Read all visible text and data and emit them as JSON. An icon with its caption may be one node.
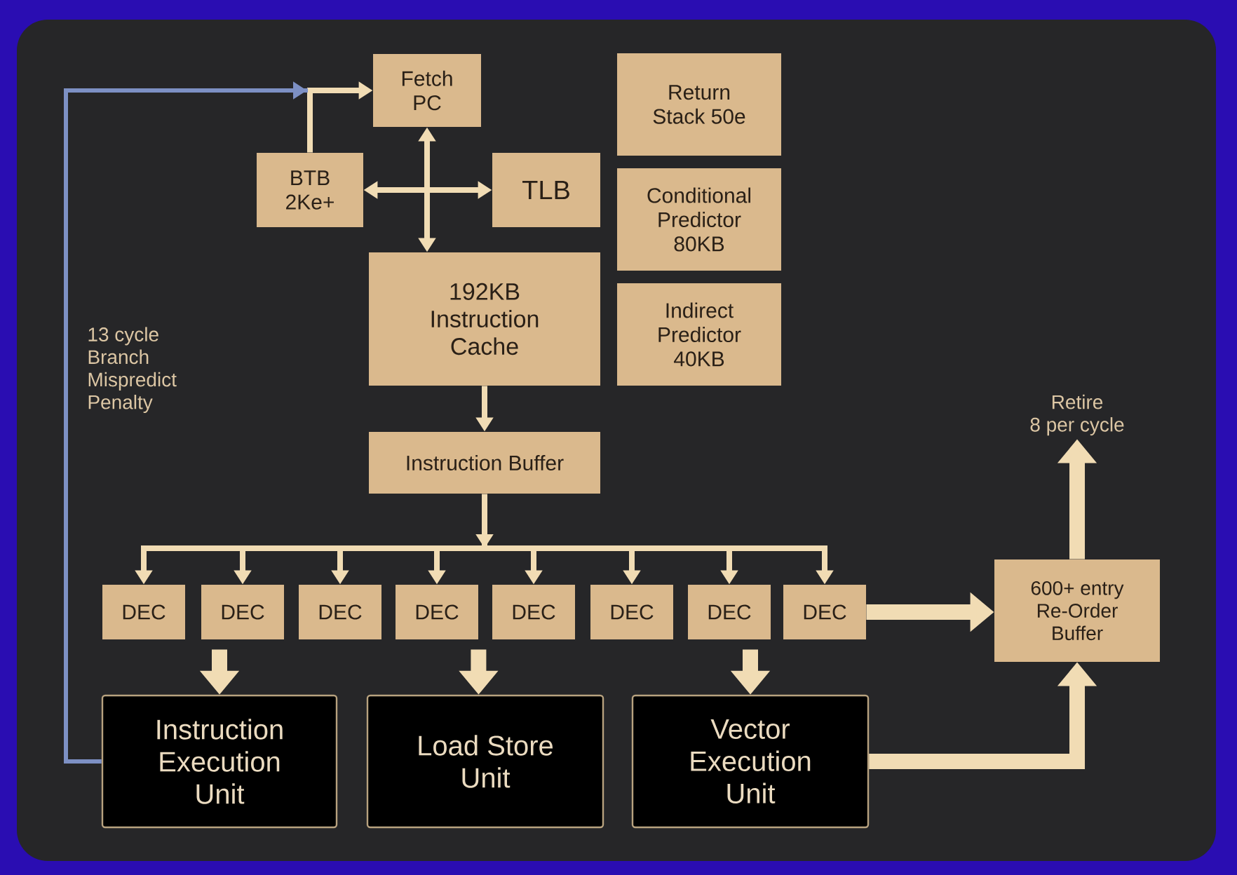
{
  "diagram": {
    "nodes": [
      {
        "text": [
          "Fetch PC"
        ]
      },
      {
        "text": [
          "Return Stack 50e"
        ]
      },
      {
        "text": [
          "BTB 2Ke+"
        ]
      },
      {
        "text": [
          "TLB"
        ]
      },
      {
        "text": [
          "Conditional Predictor 80KB"
        ]
      },
      {
        "text": [
          "192KB Instruction Cache"
        ]
      },
      {
        "text": [
          "Indirect Predictor 40KB"
        ]
      },
      {
        "text": [
          "Retire 8 per cycle"
        ]
      },
      {
        "text": [
          "Instruction Buffer"
        ]
      },
      {
        "text": [
          "DEC"
        ]
      },
      {
        "text": [
          "DEC"
        ]
      },
      {
        "text": [
          "DEC"
        ]
      },
      {
        "text": [
          "DEC"
        ]
      },
      {
        "text": [
          "DEC"
        ]
      },
      {
        "text": [
          "DEC"
        ]
      },
      {
        "text": [
          "DEC"
        ]
      },
      {
        "text": [
          "DEC"
        ]
      },
      {
        "text": [
          "600+ entry Re-Order Buffer"
        ]
      },
      {
        "text": [
          "Instruction Execution Unit"
        ]
      },
      {
        "text": [
          "Load Store Unit"
        ]
      },
      {
        "text": [
          "Vector Execution Unit"
        ]
      }
    ],
    "edges": [
      {
        "from": 2,
        "to": 0,
        "arrow": "to"
      },
      {
        "from": 18,
        "to": 0,
        "arrow": "to",
        "label": "13 cycle Branch Mispredict Penalty",
        "color": "#7d90c4"
      },
      {
        "from": 0,
        "to": 5,
        "arrow": "both"
      },
      {
        "from": 2,
        "to": 3,
        "arrow": "both"
      },
      {
        "from": 5,
        "to": 8,
        "arrow": "to"
      },
      {
        "from": 8,
        "to": 9,
        "arrow": "to"
      },
      {
        "from": 8,
        "to": 10,
        "arrow": "to"
      },
      {
        "from": 8,
        "to": 11,
        "arrow": "to"
      },
      {
        "from": 8,
        "to": 12,
        "arrow": "to"
      },
      {
        "from": 8,
        "to": 13,
        "arrow": "to"
      },
      {
        "from": 8,
        "to": 14,
        "arrow": "to"
      },
      {
        "from": 8,
        "to": 15,
        "arrow": "to"
      },
      {
        "from": 8,
        "to": 16,
        "arrow": "to"
      },
      {
        "from": 16,
        "to": 17,
        "arrow": "to",
        "style": "thick"
      },
      {
        "from": 10,
        "to": 18,
        "arrow": "to",
        "style": "thick"
      },
      {
        "from": 12,
        "to": 19,
        "arrow": "to",
        "style": "thick"
      },
      {
        "from": 15,
        "to": 20,
        "arrow": "to",
        "style": "thick"
      },
      {
        "from": 20,
        "to": 17,
        "arrow": "to",
        "style": "thick"
      },
      {
        "from": 17,
        "to": 7,
        "arrow": "to",
        "style": "thick"
      }
    ]
  }
}
